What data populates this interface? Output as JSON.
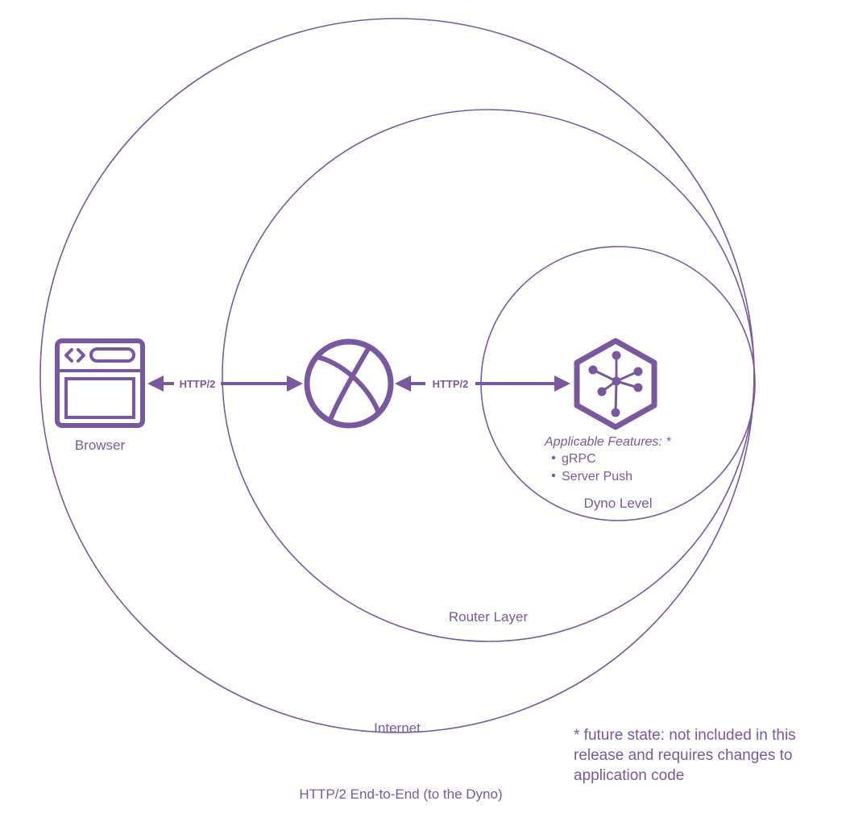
{
  "colors": {
    "accent": "#79589f"
  },
  "layers": {
    "internet": "Internet",
    "router": "Router Layer",
    "dyno": "Dyno Level"
  },
  "nodes": {
    "browser": {
      "label": "Browser",
      "icon": "browser-window-icon"
    },
    "router": {
      "icon": "globe-icon"
    },
    "dyno": {
      "icon": "dyno-hexagon-icon"
    }
  },
  "connections": [
    {
      "label": "HTTP/2"
    },
    {
      "label": "HTTP/2"
    }
  ],
  "features": {
    "heading": "Applicable Features: *",
    "items": [
      "gRPC",
      "Server Push"
    ]
  },
  "footnote": [
    " * future state: not included in this",
    "release and requires changes to",
    "application code"
  ],
  "caption": "HTTP/2 End-to-End (to the Dyno)"
}
